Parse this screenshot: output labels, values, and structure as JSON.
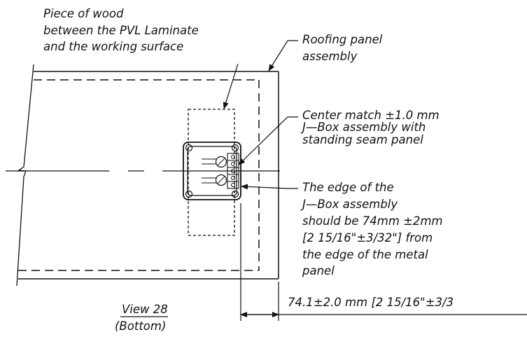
{
  "labels": {
    "wood_note": [
      "Piece of wood",
      "between the PVL Laminate",
      "and the working surface"
    ],
    "roofing": [
      "Roofing panel",
      "assembly"
    ],
    "center": [
      "Center match ±1.0 mm",
      "J—Box assembly with",
      "standing seam panel"
    ],
    "edge": [
      "The edge of the",
      "J—Box assembly",
      "should be 74mm ±2mm",
      "[2 15/16\"±3/32\"] from",
      "the edge of the metal",
      "panel"
    ],
    "dimension": "74.1±2.0 mm [2 15/16\"±3/3",
    "view_title": "View 28",
    "view_sub": "(Bottom)"
  },
  "colors": {
    "ink": "#111111",
    "background": "#ffffff"
  }
}
